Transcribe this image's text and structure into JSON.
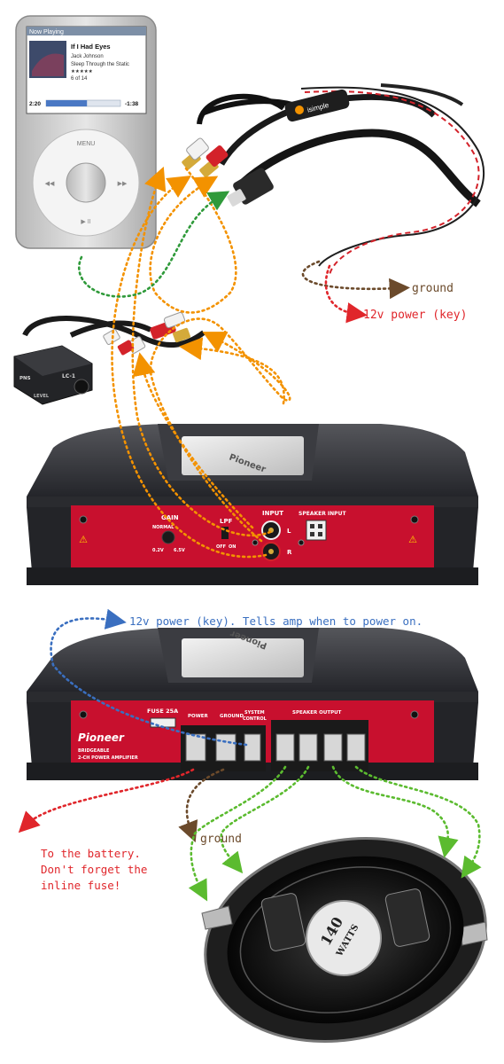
{
  "ipod": {
    "screen_title": "Now Playing",
    "track": "If I Had Eyes",
    "artist": "Jack Johnson",
    "album": "Sleep Through the Static",
    "rating": "★★★★★",
    "position": "6 of 14",
    "elapsed": "2:20",
    "remaining": "-1:38",
    "progress": 0.55,
    "menu_label": "MENU",
    "play_pause": "▶ II",
    "prev": "◀◀",
    "next": "▶▶"
  },
  "cable": {
    "brand": "isimple"
  },
  "remote": {
    "model": "LC-1",
    "level_label": "LEVEL",
    "brand": "PNS"
  },
  "amp_front": {
    "gain_label": "GAIN",
    "gain_sub": "NORMAL",
    "gain_min": "0.2V",
    "gain_max": "6.5V",
    "lpf_label": "LPF",
    "lpf_off": "OFF",
    "lpf_on": "ON",
    "input_label": "INPUT",
    "input_l": "L",
    "input_r": "R",
    "speaker_input_label": "SPEAKER INPUT",
    "top_brand": "Pioneer"
  },
  "amp_rear": {
    "fuse_label": "FUSE 25A",
    "power_label": "POWER",
    "ground_label": "GROUND",
    "system_label": "SYSTEM",
    "control_label": "CONTROL",
    "speaker_output_label": "SPEAKER OUTPUT",
    "brand": "Pioneer",
    "desc_line1": "BRIDGEABLE",
    "desc_line2": "2-CH POWER AMPLIFIER",
    "top_brand": "Pioneer"
  },
  "speaker": {
    "watts_value": "140",
    "watts_unit": "WATTS"
  },
  "annotations": {
    "ground_top": "ground",
    "power_top": "12v power (key)",
    "power_amp": "12v power (key). Tells amp when to power on.",
    "ground_bottom": "ground",
    "battery_line1": "To the battery.",
    "battery_line2": "Don't forget the",
    "battery_line3": "inline fuse!"
  },
  "colors": {
    "orange": "#f39200",
    "green": "#2f9a3a",
    "green_light": "#5bbb2f",
    "brown": "#6b4a2b",
    "red": "#e0262b",
    "blue": "#3a6fc0",
    "amp_red": "#c8102e",
    "amp_body": "#2c2d31"
  }
}
